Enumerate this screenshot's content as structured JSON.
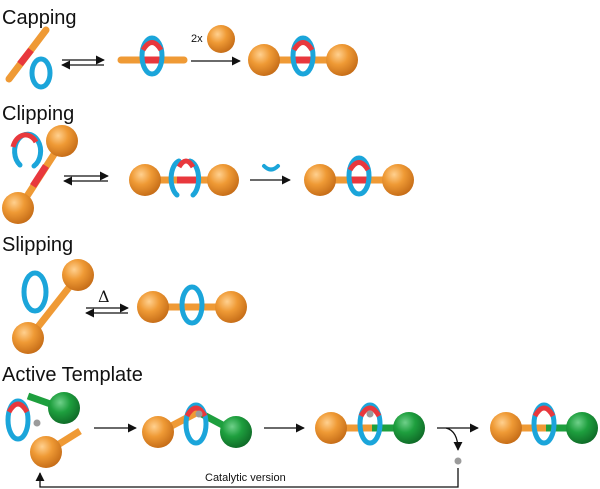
{
  "colors": {
    "ball": "#EF9A35",
    "ball_dark": "#C4701B",
    "axle": "#EF9A35",
    "ring": "#1BA5DA",
    "binding": "#E8383D",
    "green": "#1E9F3E",
    "catalyst": "#9B9B9B",
    "arrow": "#111111"
  },
  "sections": {
    "capping": {
      "title": "Capping",
      "reagent_label": "2x"
    },
    "clipping": {
      "title": "Clipping"
    },
    "slipping": {
      "title": "Slipping",
      "condition_label": "Δ"
    },
    "active": {
      "title": "Active Template",
      "loop_label": "Catalytic version"
    }
  }
}
